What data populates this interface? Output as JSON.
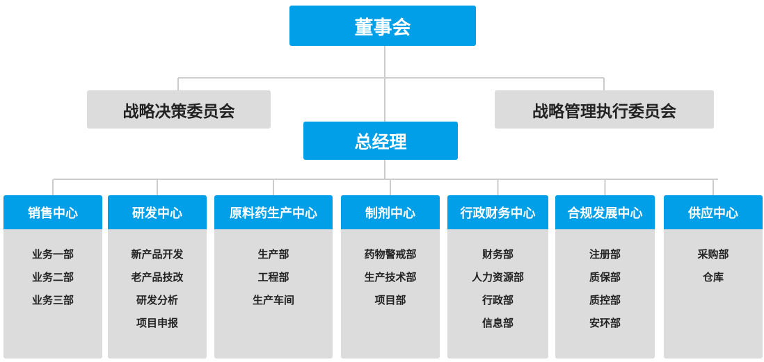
{
  "chart": {
    "board": "董事会",
    "committee_left": "战略决策委员会",
    "committee_right": "战略管理执行委员会",
    "general_manager": "总经理",
    "centers": [
      {
        "name": "销售中心",
        "items": [
          "业务一部",
          "业务二部",
          "业务三部"
        ]
      },
      {
        "name": "研发中心",
        "items": [
          "新产品开发",
          "老产品技改",
          "研发分析",
          "项目申报"
        ]
      },
      {
        "name": "原料药生产中心",
        "items": [
          "生产部",
          "工程部",
          "生产车间"
        ]
      },
      {
        "name": "制剂中心",
        "items": [
          "药物警戒部",
          "生产技术部",
          "项目部"
        ]
      },
      {
        "name": "行政财务中心",
        "items": [
          "财务部",
          "人力资源部",
          "行政部",
          "信息部"
        ]
      },
      {
        "name": "合规发展中心",
        "items": [
          "注册部",
          "质保部",
          "质控部",
          "安环部"
        ]
      },
      {
        "name": "供应中心",
        "items": [
          "采购部",
          "仓库"
        ]
      }
    ]
  },
  "colors": {
    "accent": "#009fe8",
    "panel": "#dcdcdc",
    "line": "#cccccc"
  }
}
